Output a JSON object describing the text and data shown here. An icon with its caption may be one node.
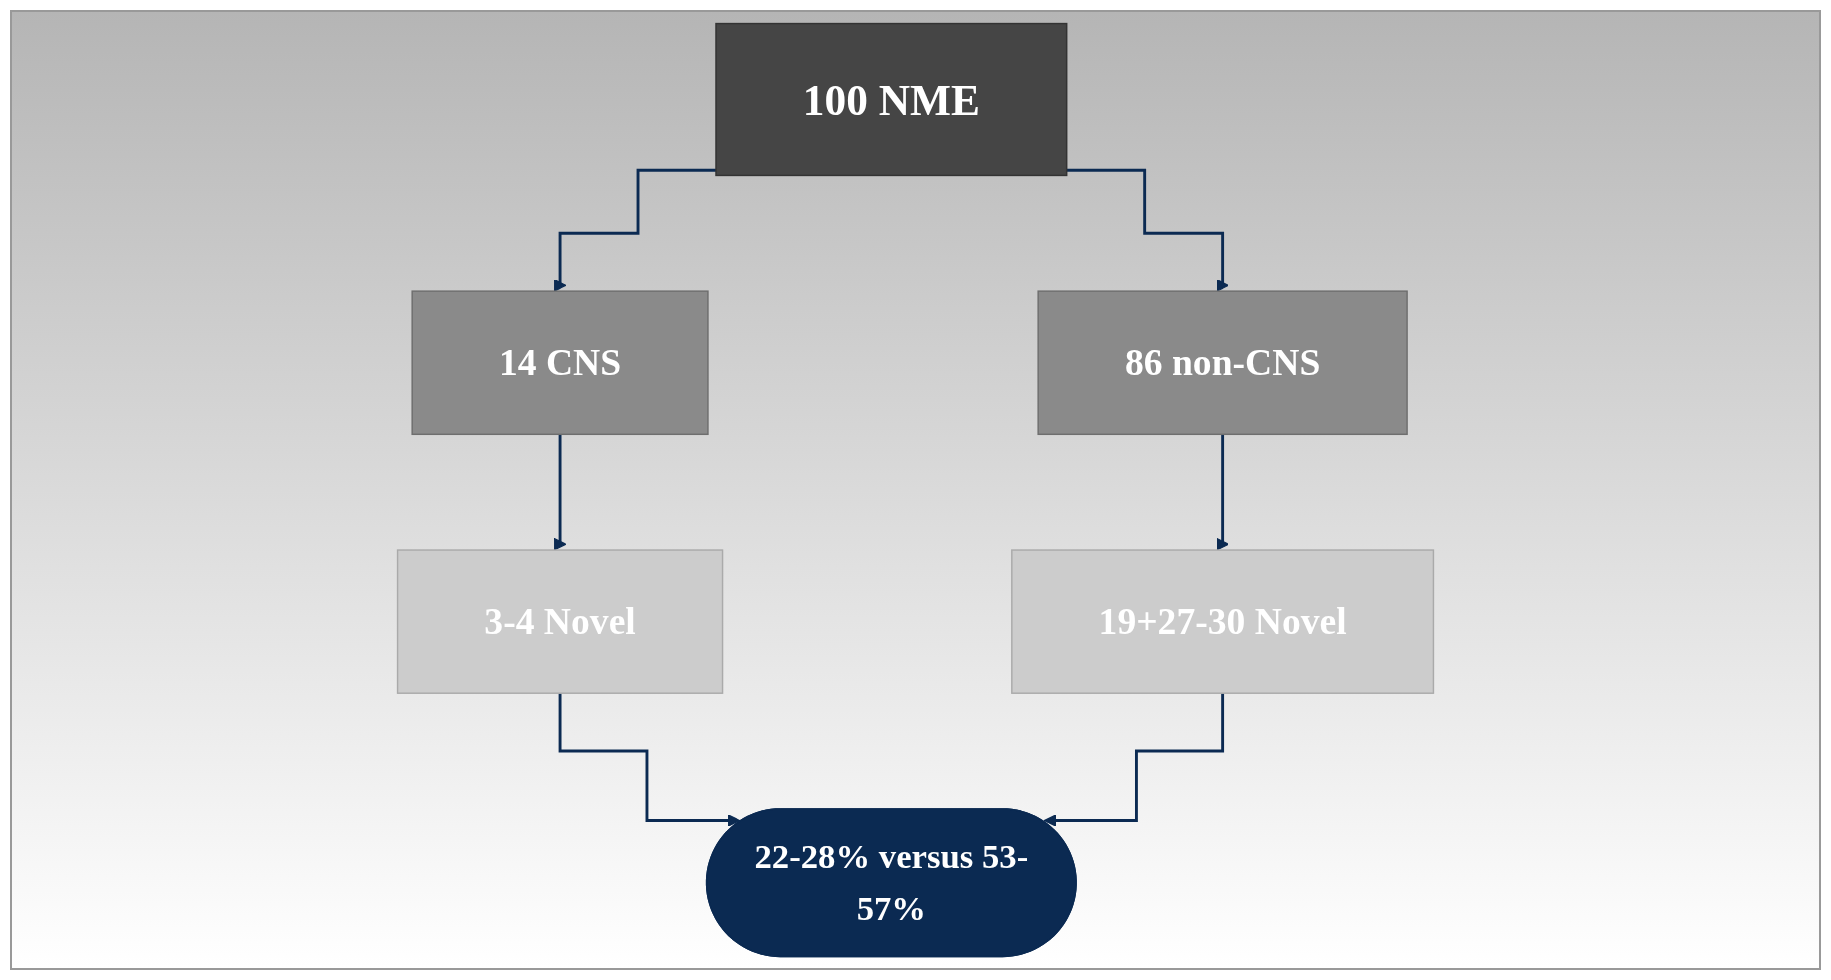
{
  "diagram": {
    "nodes": [
      {
        "text": [
          "100 NME"
        ]
      },
      {
        "text": [
          "14 CNS"
        ]
      },
      {
        "text": [
          "86 non-CNS"
        ]
      },
      {
        "text": [
          "3-4 Novel"
        ]
      },
      {
        "text": [
          "19+27-30 Novel"
        ]
      },
      {
        "text": [
          "22-28% versus 53-57%"
        ]
      }
    ],
    "edges": [
      {
        "from": 0,
        "to": 1,
        "arrow": "to"
      },
      {
        "from": 0,
        "to": 2,
        "arrow": "to"
      },
      {
        "from": 1,
        "to": 3,
        "arrow": "to"
      },
      {
        "from": 2,
        "to": 4,
        "arrow": "to"
      },
      {
        "from": 3,
        "to": 5,
        "arrow": "to"
      },
      {
        "from": 4,
        "to": 5,
        "arrow": "to"
      }
    ]
  }
}
